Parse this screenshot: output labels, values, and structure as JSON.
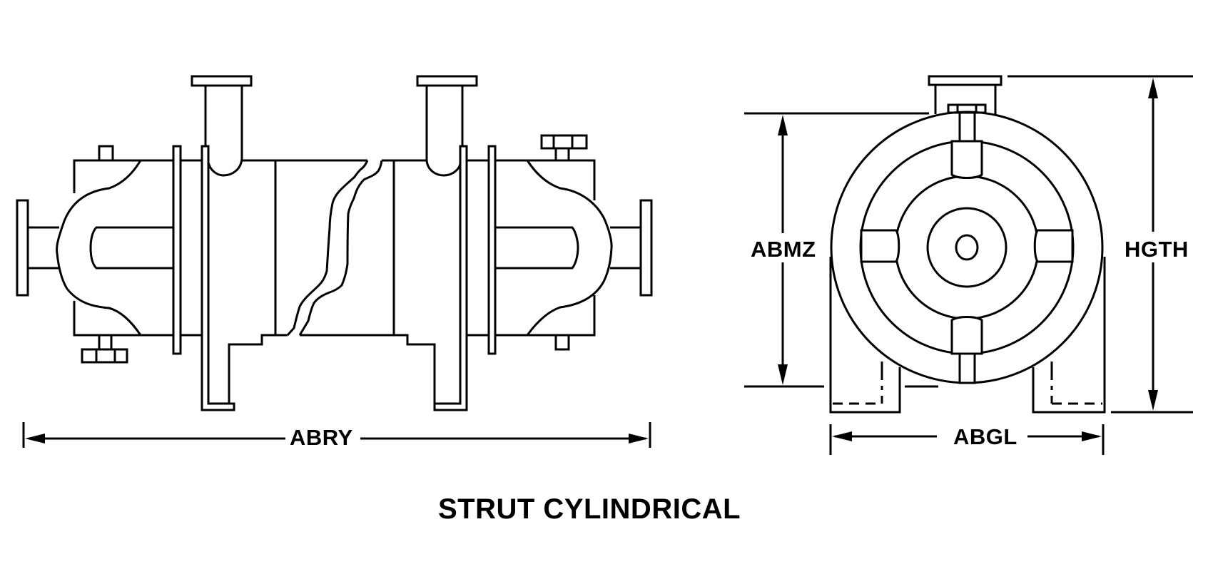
{
  "title": "STRUT CYLINDRICAL",
  "side_view": {
    "name": "side elevation (broken view)",
    "dimensions": {
      "overall_length_label": "ABRY"
    }
  },
  "end_view": {
    "name": "end elevation",
    "dimensions": {
      "body_diameter_label": "ABMZ",
      "overall_height_label": "HGTH",
      "base_width_label": "ABGL"
    }
  },
  "colors": {
    "line": "#000000",
    "background": "#ffffff"
  }
}
